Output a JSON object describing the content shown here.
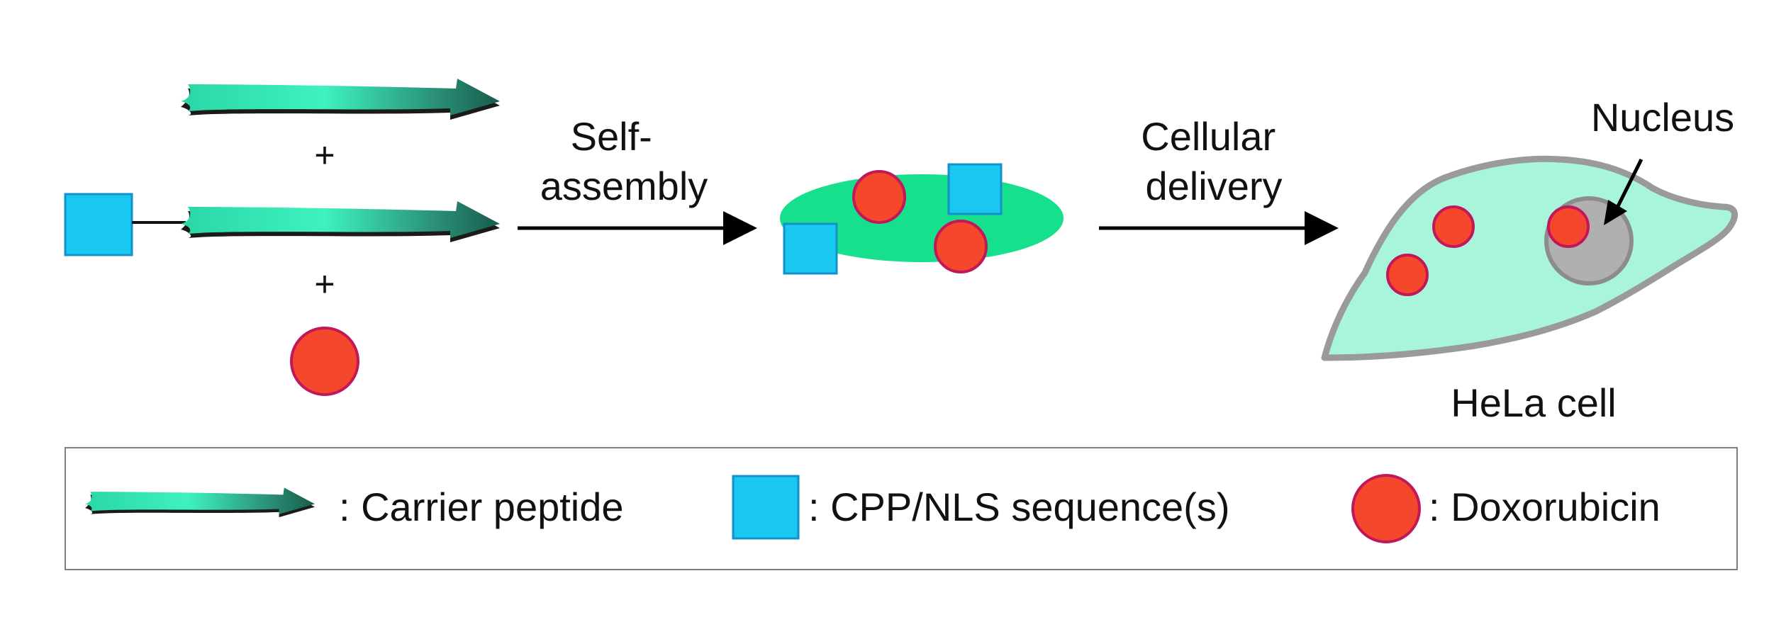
{
  "diagram": {
    "plus_signs": [
      "+",
      "+"
    ],
    "step1_label": [
      "Self-",
      "assembly"
    ],
    "step2_label": [
      "Cellular",
      "delivery"
    ],
    "nucleus_label": "Nucleus",
    "cell_label": "HeLa cell"
  },
  "legend": {
    "carrier_label": ": Carrier peptide",
    "cpp_label": ": CPP/NLS sequence(s)",
    "dox_label": ": Doxorubicin"
  },
  "colors": {
    "peptide_light": "#3ef2c0",
    "peptide_dark": "#175c4c",
    "cpp_fill": "#18c8f0",
    "cpp_stroke": "#1590c8",
    "dox_fill": "#f4472c",
    "dox_stroke": "#c0185a",
    "assembly_fill": "#17e08c",
    "cell_fill": "#a8f5dc",
    "cell_stroke": "#9a9a9a",
    "nucleus_fill": "#b0b0b0",
    "nucleus_stroke": "#8c8c8c",
    "arrow": "#000000"
  },
  "icons": [
    "carrier-peptide-icon",
    "cpp-nls-square-icon",
    "doxorubicin-circle-icon",
    "arrow-icon",
    "hela-cell-icon",
    "nucleus-icon"
  ]
}
